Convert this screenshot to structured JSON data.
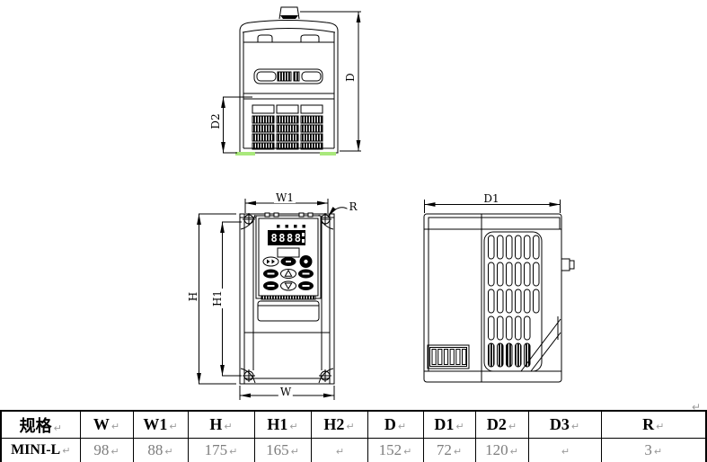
{
  "page": {
    "background": "#ffffff",
    "line_color": "#000000",
    "highlight_green": "#a9e87c",
    "muted_text": "#7d7d7d"
  },
  "drawing": {
    "top_view": {
      "dim_d2": "D2",
      "dim_d": "D"
    },
    "front_view": {
      "dim_w1": "W1",
      "dim_r": "R",
      "dim_h": "H",
      "dim_h1": "H1",
      "dim_w": "W",
      "display_text": "8888"
    },
    "side_view": {
      "dim_d1": "D1"
    }
  },
  "marks": {
    "paragraph_return": "↵"
  },
  "spec_table": {
    "headers": [
      "规格",
      "W",
      "W1",
      "H",
      "H1",
      "H2",
      "D",
      "D1",
      "D2",
      "D3",
      "R"
    ],
    "rows": [
      {
        "cells": [
          "MINI-L",
          "98",
          "88",
          "175",
          "165",
          "",
          "152",
          "72",
          "120",
          "",
          "3"
        ]
      }
    ]
  }
}
